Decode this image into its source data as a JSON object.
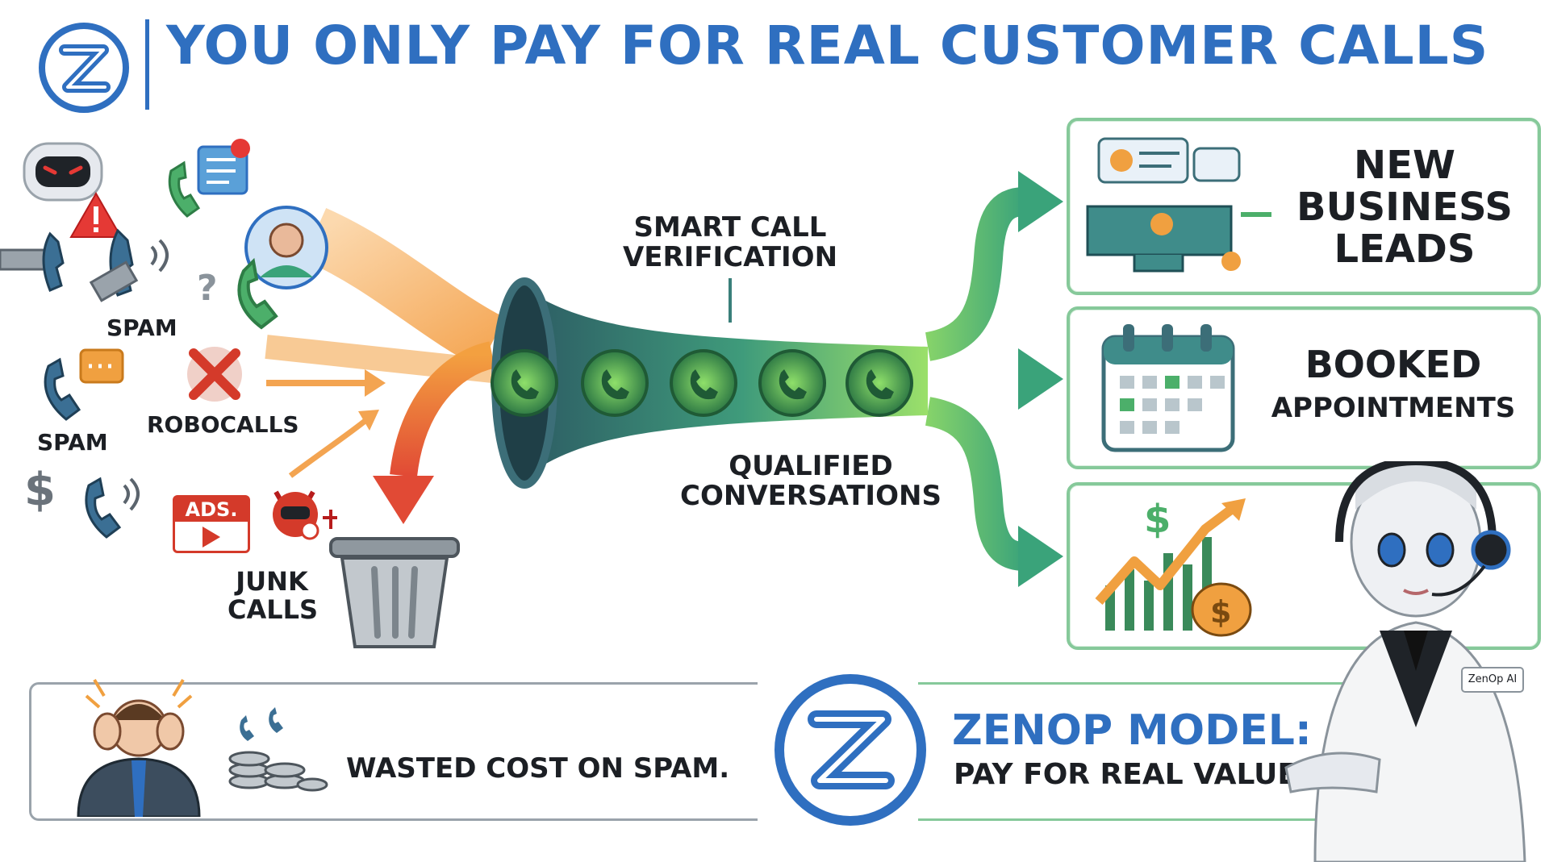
{
  "title": "YOU ONLY PAY FOR REAL CUSTOMER CALLS",
  "logo_letter": "Z",
  "inputs": {
    "spam_1": "SPAM",
    "spam_2": "SPAM",
    "robocalls": "ROBOCALLS",
    "ads_badge": "ADS.",
    "junk_calls": "JUNK CALLS",
    "question_mark": "?",
    "dollar": "$"
  },
  "funnel": {
    "top_label": "SMART CALL VERIFICATION",
    "bottom_label": "QUALIFIED CONVERSATIONS"
  },
  "outcomes": [
    {
      "title": "NEW BUSINESS LEADS",
      "subtitle": "",
      "icon": "pipeline-leads-icon"
    },
    {
      "title": "BOOKED",
      "subtitle": "APPOINTMENTS",
      "icon": "calendar-icon"
    },
    {
      "title": "",
      "subtitle": "",
      "icon": "growth-chart-icon"
    }
  ],
  "bottom_left": {
    "text": "WASTED COST ON SPAM."
  },
  "bottom_right": {
    "title": "ZENOP MODEL:",
    "subtitle": "PAY FOR REAL VALUE",
    "badge": "ZenOp AI"
  },
  "colors": {
    "brand_blue": "#2f6fc0",
    "green": "#4caf6a",
    "orange": "#f0a040",
    "red": "#e05535",
    "teal": "#3a7f7a",
    "card_border": "#86c99a"
  }
}
